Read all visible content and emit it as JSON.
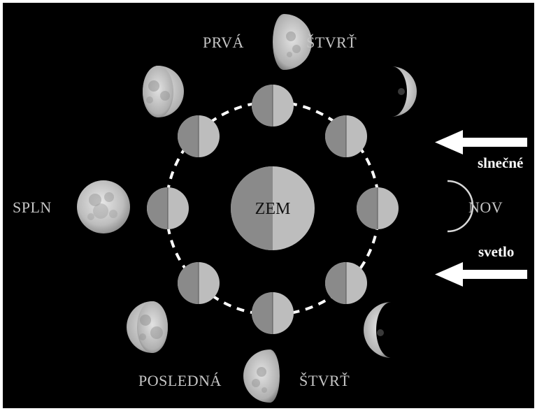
{
  "labels": {
    "prva": "PRVÁ",
    "stvrt_top": "ŠTVRŤ",
    "spln": "SPLN",
    "nov": "NOV",
    "posledna": "POSLEDNÁ",
    "stvrt_bottom": "ŠTVRŤ",
    "earth": "ZEM",
    "sunlight_1": "slnečné",
    "sunlight_2": "svetlo"
  },
  "colors": {
    "background": "#000000",
    "orbit": "#ffffff",
    "moon_lit": "#c0c0c0",
    "moon_dark": "#8a8a8a",
    "arrow": "#ffffff",
    "label": "#c6c6c6"
  }
}
